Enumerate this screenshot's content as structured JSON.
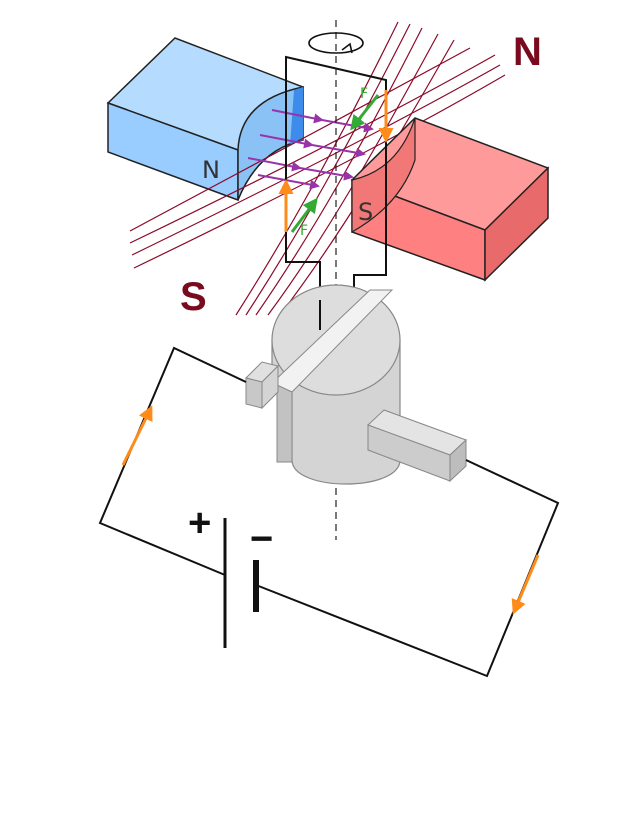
{
  "diagram": {
    "pole_labels": {
      "north": "N",
      "south": "S"
    },
    "magnet_face_labels": {
      "left_magnet": "N",
      "right_magnet": "S"
    },
    "force_labels": {
      "top": "F",
      "bottom": "F"
    },
    "battery": {
      "positive": "+",
      "negative": "−"
    }
  },
  "colors": {
    "north_magnet": "#99CCFF",
    "south_magnet": "#FF8080",
    "field_lines": "#8B0A2A",
    "magnetic_flux_arrows": "#9933AA",
    "current_arrows": "#FF8C1A",
    "force_arrows": "#33AA33",
    "commutator": "#D4D4D4",
    "pole_label_text": "#7A0A1E"
  }
}
